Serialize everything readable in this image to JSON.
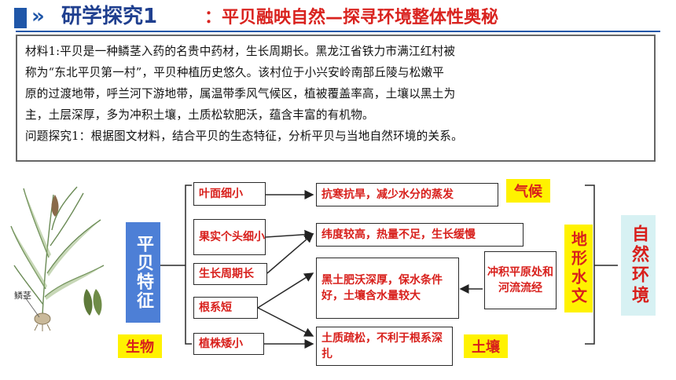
{
  "title": {
    "chevron": "»",
    "main": "研学探究1",
    "sub": "：平贝融映自然—探寻环境整体性奥秘"
  },
  "material": {
    "lines": [
      "材料1:平贝是一种鳞茎入药的名贵中药材，生长周期长。黑龙江省铁力市满江红村被",
      "称为“东北平贝第一村”，平贝种植历史悠久。该村位于小兴安岭南部丘陵与松嫩平",
      "原的过渡地带，呼兰河下游地带，属温带季风气候区，植被覆盖率高，土壤以黑土为",
      "主，土层深厚，多为冲积土壤，土质松软肥沃，蕴含丰富的有机物。",
      "问题探究1：根据图文材料，结合平贝的生态特征，分析平贝与当地自然环境的关系。"
    ]
  },
  "plant": {
    "label": "鳞茎"
  },
  "diagram": {
    "trait_label": "平贝特征",
    "bio_label": "生物",
    "features": [
      "叶面细小",
      "果实个头细小",
      "生长周期长",
      "根系短",
      "植株矮小"
    ],
    "effects": [
      "抗寒抗旱，减少水分的蒸发",
      "纬度较高，热量不足，生长缓慢",
      "黑土肥沃深厚，保水条件好，土壤含水量较大",
      "土质疏松，不利于根系深扎"
    ],
    "climate_label": "气候",
    "soil_label": "土壤",
    "terrain_hydro_label": "地形水文",
    "source_box": "冲积平原处和河流流经",
    "nature_label": "自然环境"
  }
}
